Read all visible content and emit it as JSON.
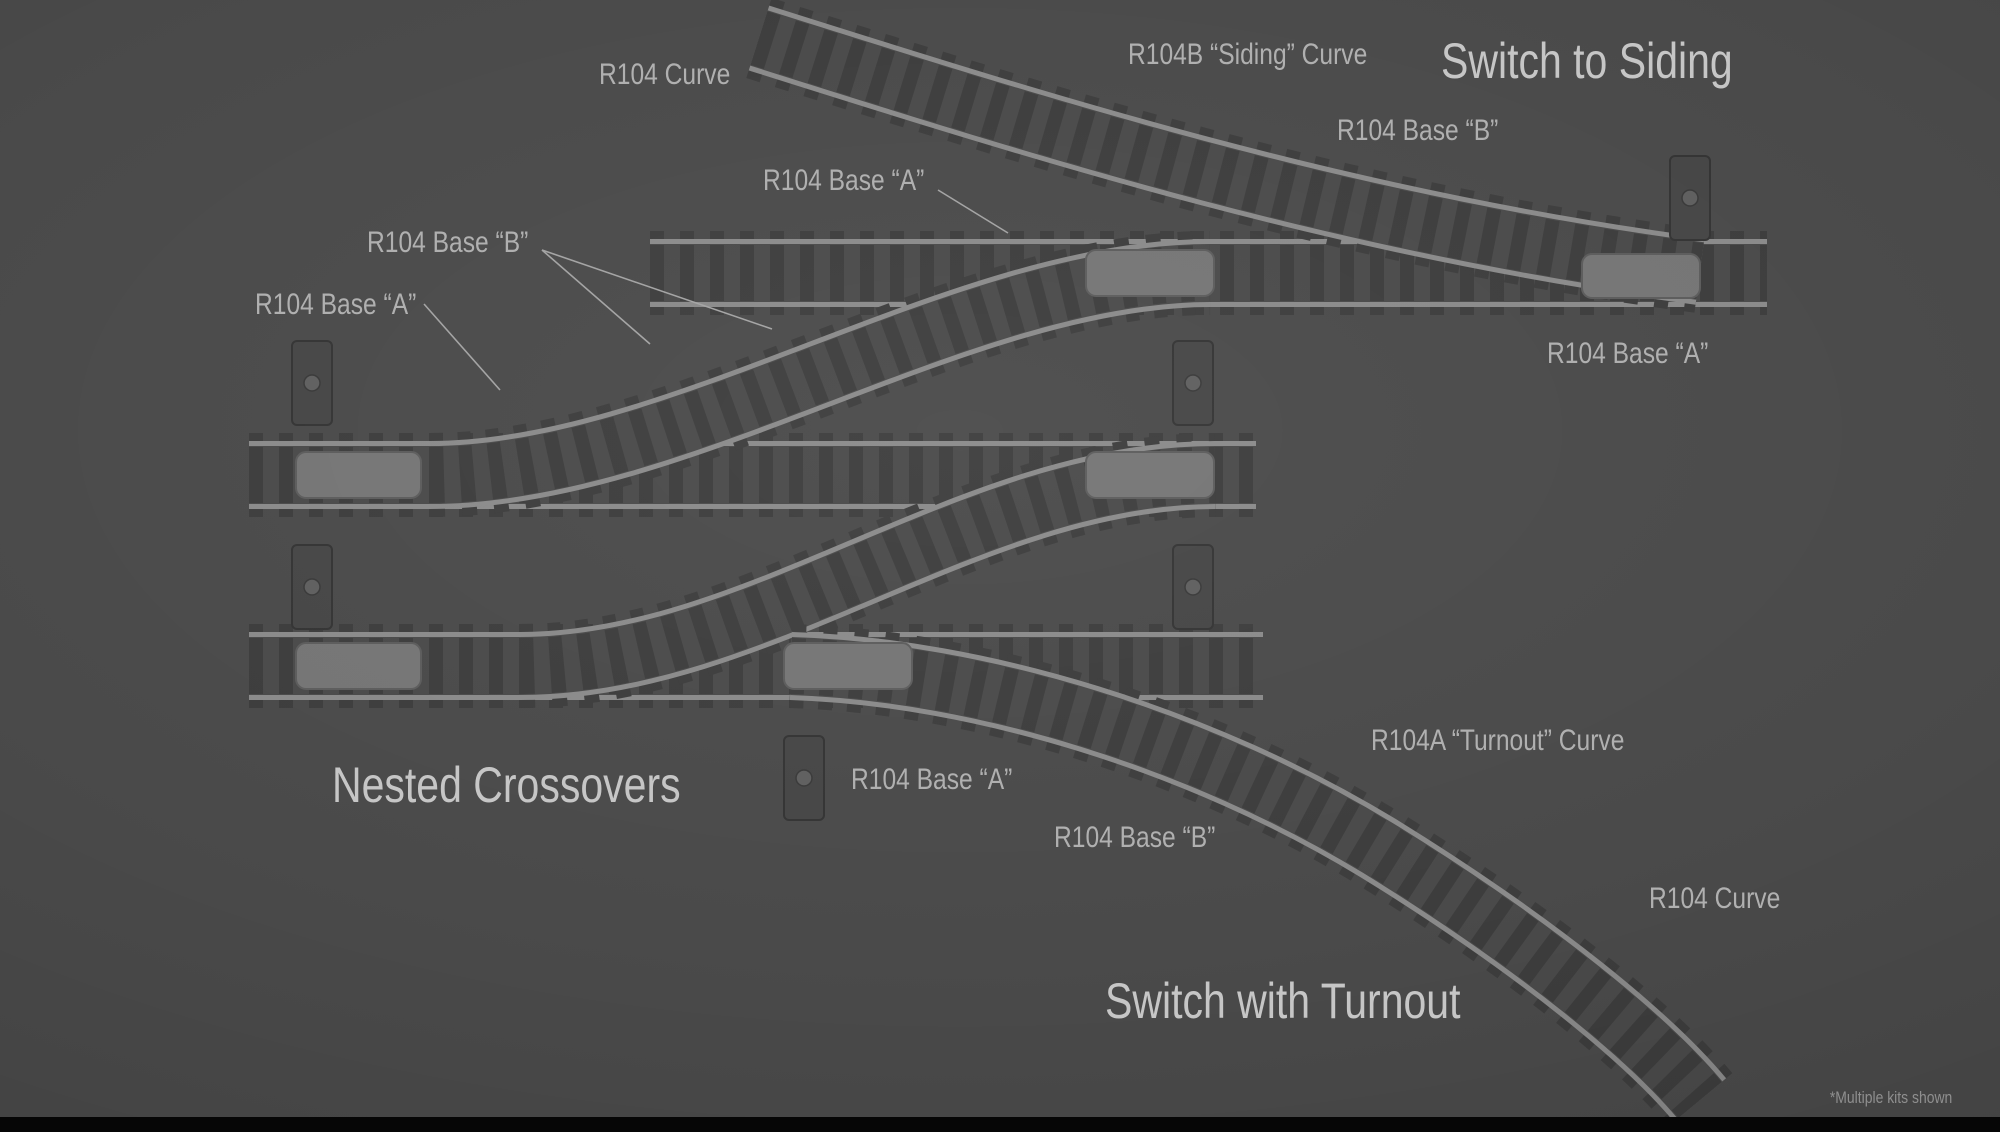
{
  "colors": {
    "bg": "#4a4a4a",
    "rail": "#8a8a8a",
    "tie": "#3d3d3d",
    "label_text": "#b0b0b0",
    "title_text": "#c6c6c6"
  },
  "titles": {
    "siding": "Switch to Siding",
    "crossovers": "Nested Crossovers",
    "turnout": "Switch with Turnout"
  },
  "labels": {
    "curve_top": "R104 Curve",
    "siding_curve": "R104B “Siding” Curve",
    "base_b_top": "R104 Base “B”",
    "base_a_top": "R104 Base “A”",
    "base_b_left": "R104 Base “B”",
    "base_a_left": "R104 Base “A”",
    "base_a_right": "R104 Base “A”",
    "base_a_bottom": "R104 Base “A”",
    "turnout_curve": "R104A “Turnout” Curve",
    "base_b_bottom": "R104 Base “B”",
    "curve_bottom": "R104 Curve",
    "footnote": "*Multiple kits shown"
  }
}
